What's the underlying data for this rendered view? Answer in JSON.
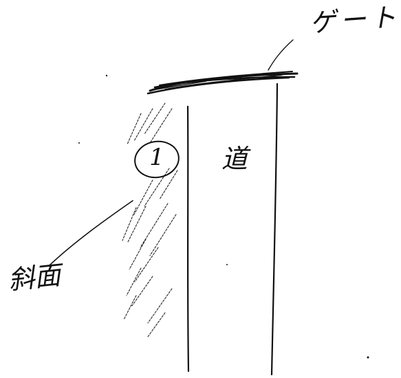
{
  "labels": {
    "gate": "ゲート",
    "road": "道",
    "slope": "斜面",
    "marker": "1"
  },
  "colors": {
    "ink": "#111111",
    "paper": "#ffffff"
  }
}
